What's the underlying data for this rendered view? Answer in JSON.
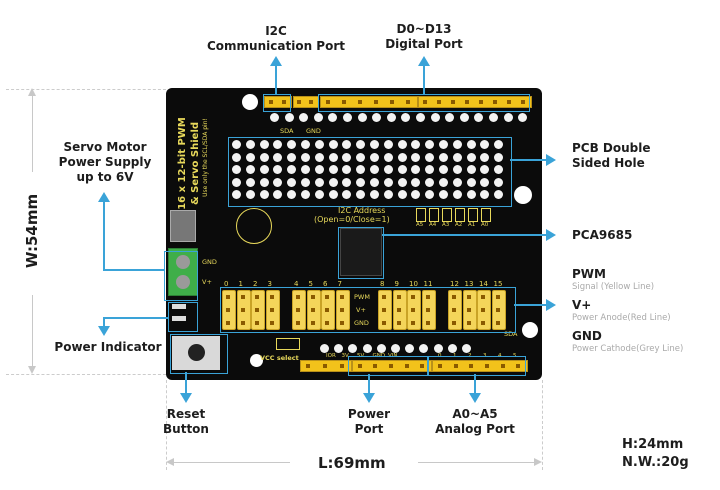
{
  "title": "16 x 12-bit PWM & Servo Shield",
  "board": {
    "silk_title": "16 x 12-bit PWM",
    "silk_title2": "& Servo Shield",
    "silk_note": "Use only the SCL/SDA pin!",
    "i2c_address": "I2C  Address",
    "i2c_address_note": "(Open=0/Close=1)",
    "address_jumpers": [
      "A5",
      "A4",
      "A3",
      "A2",
      "A1",
      "A0"
    ],
    "servo_channels": [
      "0",
      "1",
      "2",
      "3",
      "4",
      "5",
      "6",
      "7",
      "8",
      "9",
      "10",
      "11",
      "12",
      "13",
      "14",
      "15"
    ],
    "servo_row_labels": [
      "PWM",
      "V+",
      "GND"
    ],
    "terminal_labels": [
      "GND",
      "V+"
    ],
    "top_pin_labels": [
      "SDA",
      "GND"
    ],
    "power_pins": [
      "IOR",
      "3V",
      "5V",
      "GND",
      "VIN"
    ],
    "analog_pins": [
      "0",
      "1",
      "2",
      "3",
      "4",
      "5"
    ],
    "vcc_select": "VCC  select",
    "sda": "SDA"
  },
  "callouts": {
    "i2c_port": {
      "line1": "I2C",
      "line2": "Communication Port"
    },
    "digital_port": {
      "line1": "D0~D13",
      "line2": "Digital Port"
    },
    "servo_power": {
      "line1": "Servo Motor",
      "line2": "Power Supply",
      "line3": "up to 6V"
    },
    "pcb_hole": {
      "line1": "PCB Double",
      "line2": "Sided Hole"
    },
    "chip": "PCA9685",
    "power_indicator": "Power Indicator",
    "reset": {
      "line1": "Reset",
      "line2": "Button"
    },
    "power_port": {
      "line1": "Power",
      "line2": "Port"
    },
    "analog_port": {
      "line1": "A0~A5",
      "line2": "Analog Port"
    },
    "pins": [
      {
        "name": "PWM",
        "desc": "Signal (Yellow Line)"
      },
      {
        "name": "V+",
        "desc": "Power Anode(Red Line)"
      },
      {
        "name": "GND",
        "desc": "Power Cathode(Grey Line)"
      }
    ]
  },
  "dimensions": {
    "width": "W:54mm",
    "length": "L:69mm",
    "height": "H:24mm",
    "weight": "N.W.:20g"
  },
  "colors": {
    "callout": "#3aa3d8",
    "pcb": "#0b0b0b",
    "header": "#f2c21b",
    "terminal": "#3fae49"
  }
}
